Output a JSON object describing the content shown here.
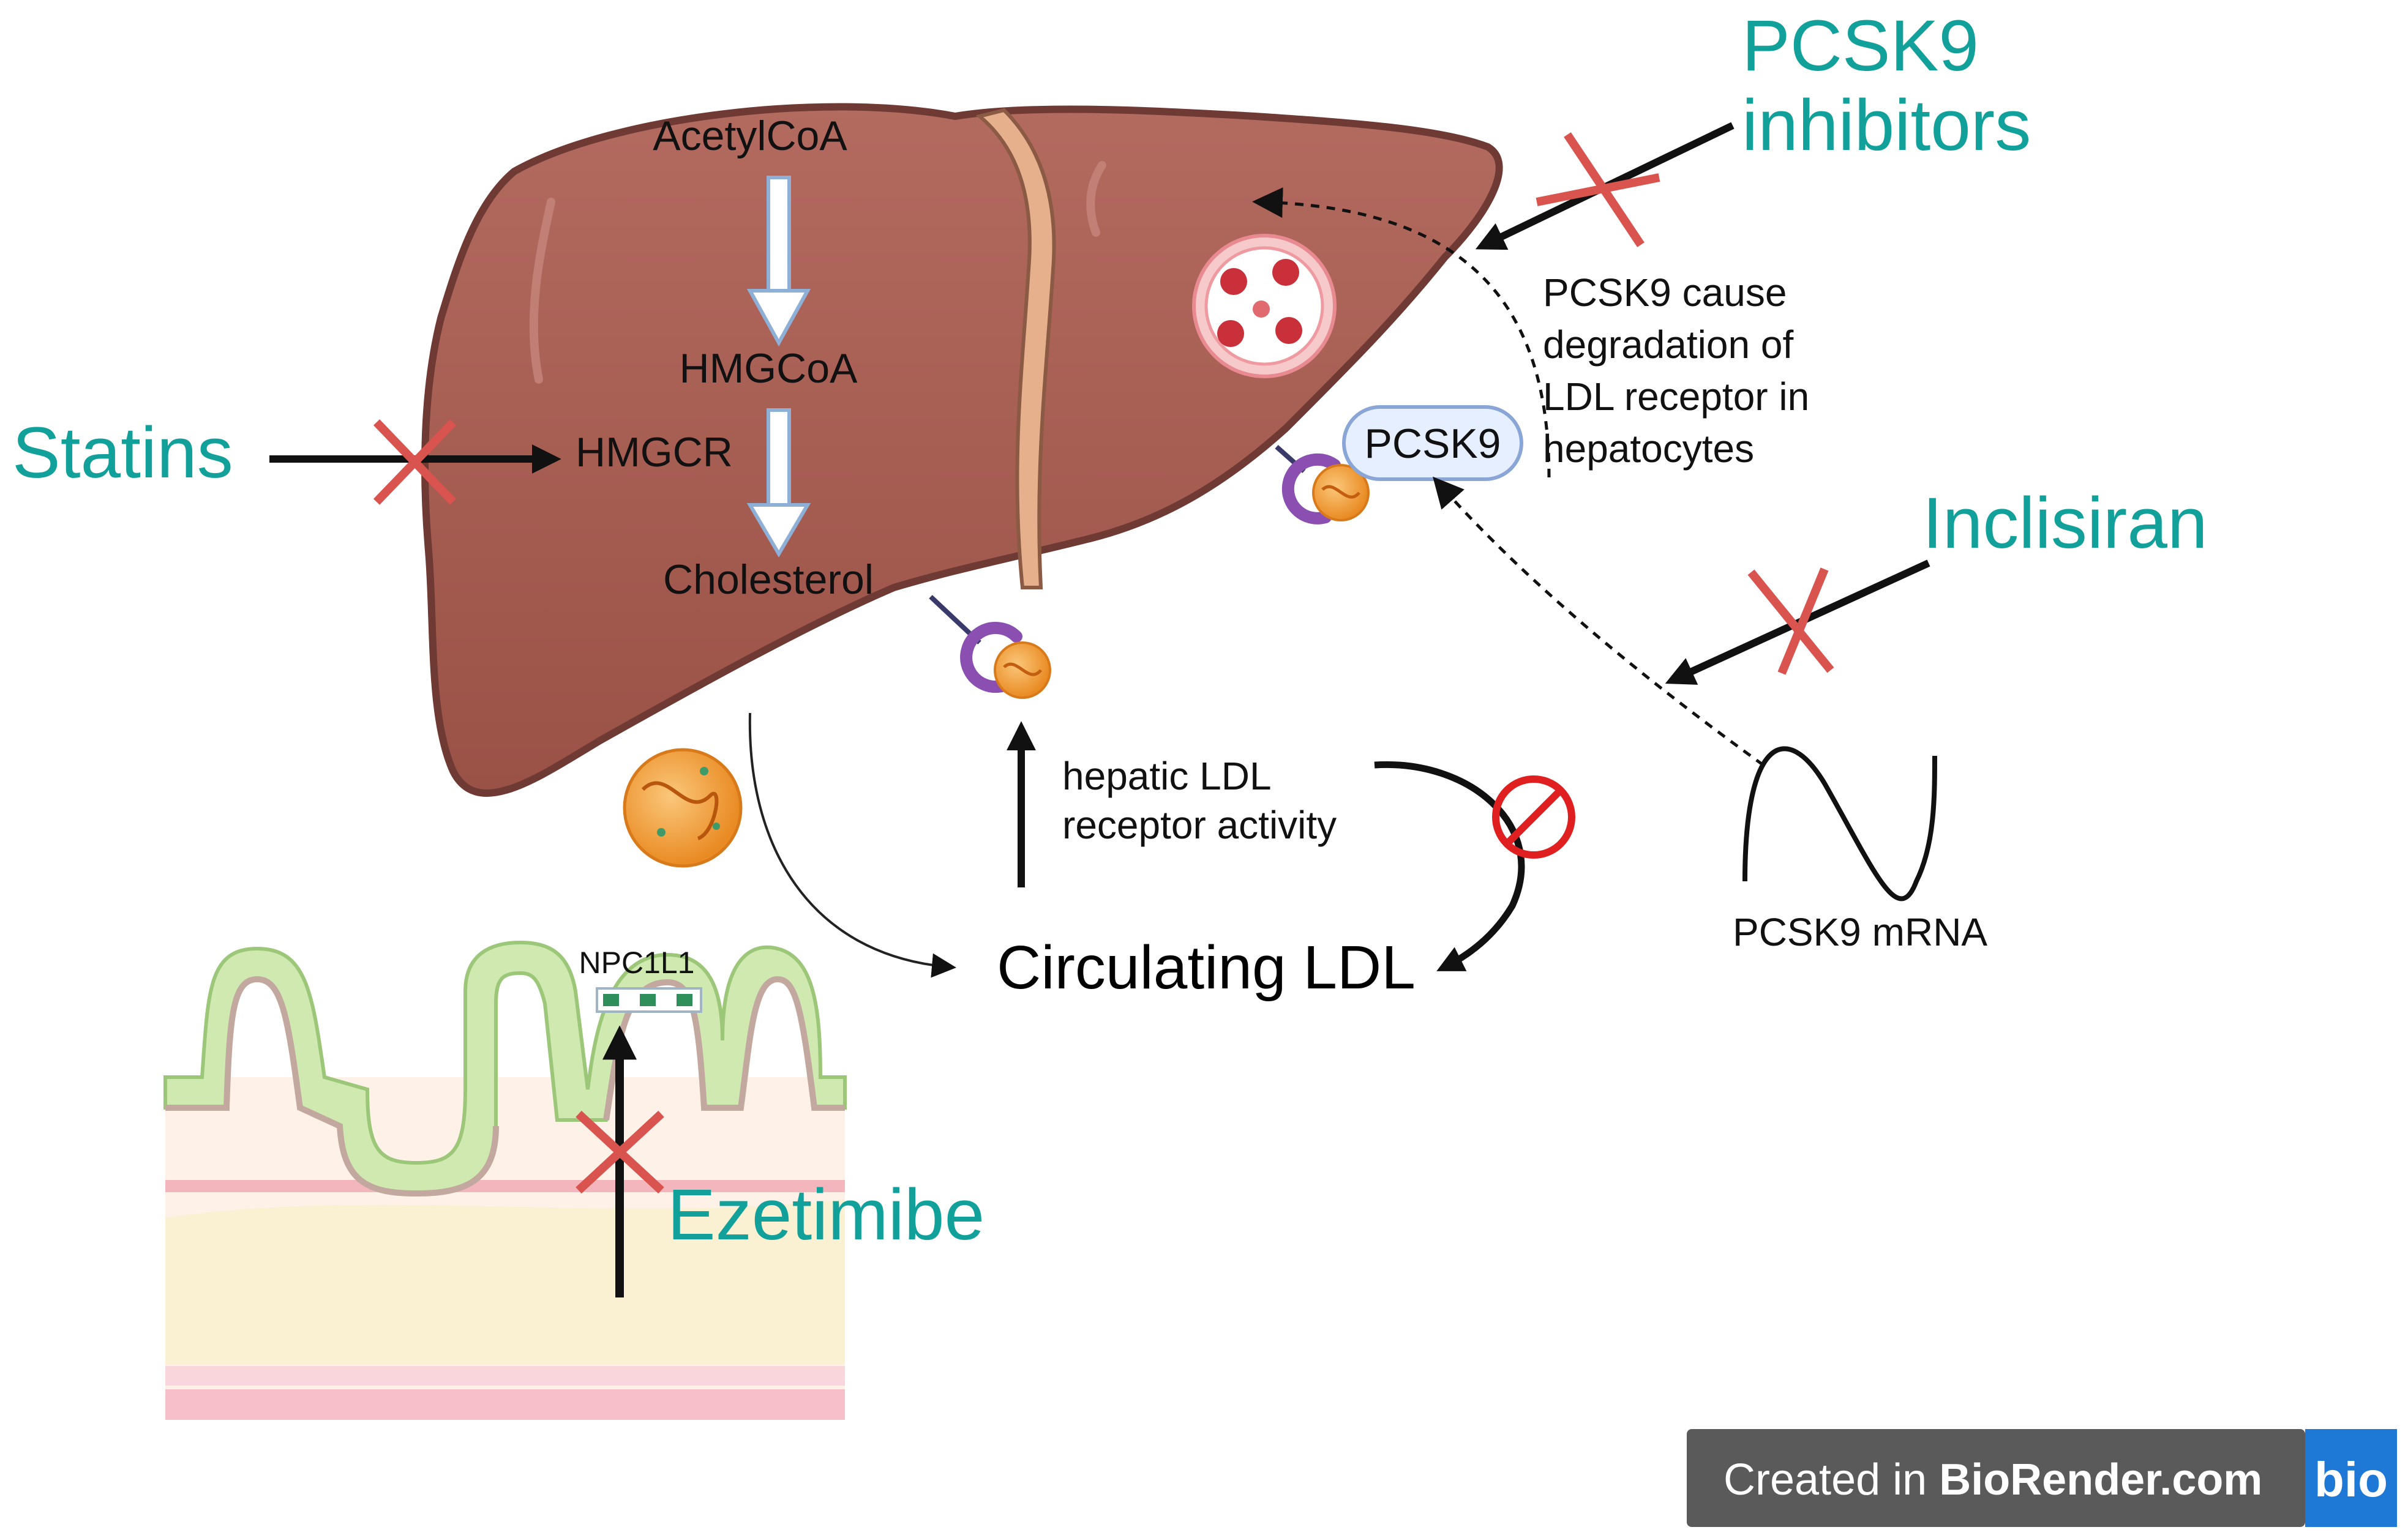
{
  "labels": {
    "acetylcoa": "AcetylCoA",
    "hmgcoa": "HMGCoA",
    "hmgcr": "HMGCR",
    "cholesterol": "Cholesterol",
    "pcsk9_bubble": "PCSK9",
    "pcsk9_note": [
      "PCSK9 cause",
      "degradation of",
      "LDL receptor in",
      "hepatocytes"
    ],
    "hepatic": [
      "hepatic LDL",
      "receptor activity"
    ],
    "circulating_ldl": "Circulating LDL",
    "pcsk9_mrna": "PCSK9 mRNA",
    "npc1l1": "NPC1L1"
  },
  "drugs": {
    "statins": "Statins",
    "pcsk9_inhibitors": [
      "PCSK9",
      "inhibitors"
    ],
    "inclisiran": "Inclisiran",
    "ezetimibe": "Ezetimibe"
  },
  "badge": {
    "prefix": "Created in ",
    "brand": "BioRender.com",
    "logo": "bio"
  },
  "colors": {
    "drug_teal": "#12a19a",
    "inhibit_red": "#d9534f",
    "liver": "#a85d52",
    "badge_bg": "#5a5a5a",
    "badge_logo_bg": "#1e78d6"
  },
  "icons": [
    "block-x-icon",
    "prohibit-icon",
    "lysosome-icon",
    "ldl-particle-icon",
    "ldl-receptor-icon",
    "mrna-icon"
  ]
}
